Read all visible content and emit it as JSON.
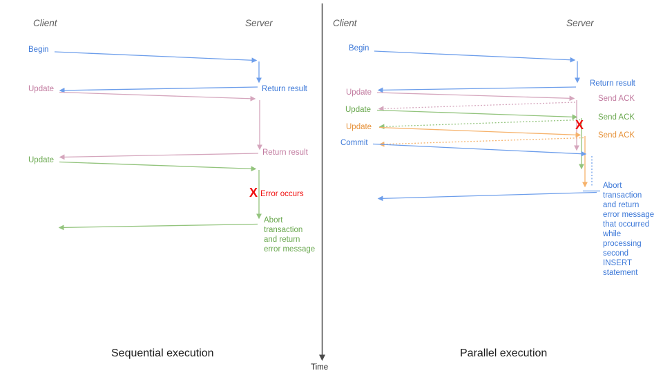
{
  "colors": {
    "blue_text": "#3c78d8",
    "blue_line": "#6d9eeb",
    "pink_text": "#c27ba0",
    "pink_line": "#d5a6bd",
    "green_text": "#6aa84f",
    "green_line": "#93c47d",
    "orange_text": "#e69138",
    "orange_line": "#f6b26b",
    "red": "#f00f0f",
    "axis": "#4a4a4a",
    "heading": "#5b5b5b",
    "title": "#1a1a1a"
  },
  "time_axis": {
    "label": "Time"
  },
  "left": {
    "title": "Sequential execution",
    "client": "Client",
    "server": "Server",
    "messages": {
      "begin": "Begin",
      "return1": "Return result",
      "update1": "Update",
      "return2": "Return result",
      "update2": "Update",
      "error_mark": "X",
      "error": "Error occurs",
      "abort": "Abort\ntransaction\nand return\nerror message"
    }
  },
  "right": {
    "title": "Parallel execution",
    "client": "Client",
    "server": "Server",
    "messages": {
      "begin": "Begin",
      "return1": "Return result",
      "update1": "Update",
      "ack1": "Send ACK",
      "update2": "Update",
      "ack2": "Send ACK",
      "update3": "Update",
      "ack3": "Send ACK",
      "commit": "Commit",
      "error_mark": "X",
      "abort": "Abort\ntransaction\nand return\nerror message\nthat occurred\nwhile\nprocessing\nsecond\nINSERT\nstatement"
    }
  }
}
